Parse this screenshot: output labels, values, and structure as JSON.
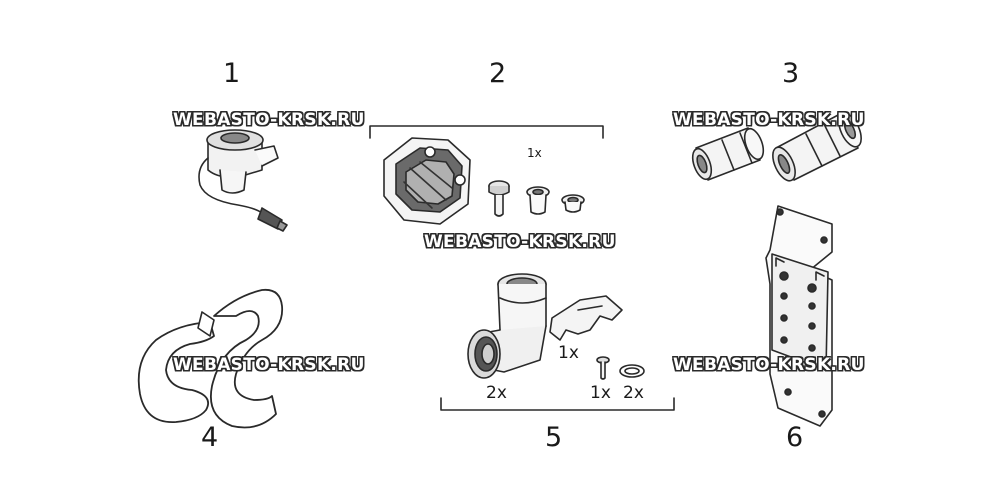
{
  "items": [
    {
      "number": "1"
    },
    {
      "number": "2"
    },
    {
      "number": "3"
    },
    {
      "number": "4"
    },
    {
      "number": "5"
    },
    {
      "number": "6"
    }
  ],
  "quantities": {
    "q_bracket_screws": "1x",
    "q_elbow": "2x",
    "q_clip": "1x",
    "q_screw": "1x",
    "q_oring": "2x"
  },
  "watermark": "WEBASTO-KRSK.RU"
}
